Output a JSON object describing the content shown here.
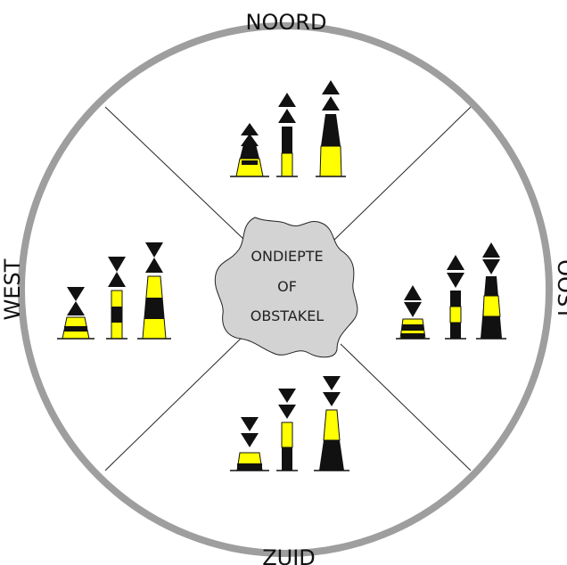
{
  "diagram": {
    "directions": {
      "north": "NOORD",
      "east": "OOST",
      "south": "ZUID",
      "west": "WEST"
    },
    "center": {
      "line1": "ONDIEPTE",
      "line2": "OF",
      "line3": "OBSTAKEL"
    },
    "colors": {
      "ring": "#9e9e9e",
      "yellow": "#ffff00",
      "black": "#111111",
      "shoal_fill": "#d3d3d3",
      "divider": "#222222"
    },
    "buoy_groups": [
      {
        "direction": "north",
        "topmark": "two cones pointing up",
        "color_scheme": "black over yellow",
        "variants": [
          "pillar buoy",
          "spar buoy",
          "tower buoy"
        ]
      },
      {
        "direction": "east",
        "topmark": "two cones base to base",
        "color_scheme": "black, yellow band, black",
        "variants": [
          "pillar buoy",
          "spar buoy",
          "tower buoy"
        ]
      },
      {
        "direction": "south",
        "topmark": "two cones pointing down",
        "color_scheme": "yellow over black",
        "variants": [
          "pillar buoy",
          "spar buoy",
          "tower buoy"
        ]
      },
      {
        "direction": "west",
        "topmark": "two cones point to point",
        "color_scheme": "yellow, black band, yellow",
        "variants": [
          "pillar buoy",
          "spar buoy",
          "tower buoy"
        ]
      }
    ]
  }
}
